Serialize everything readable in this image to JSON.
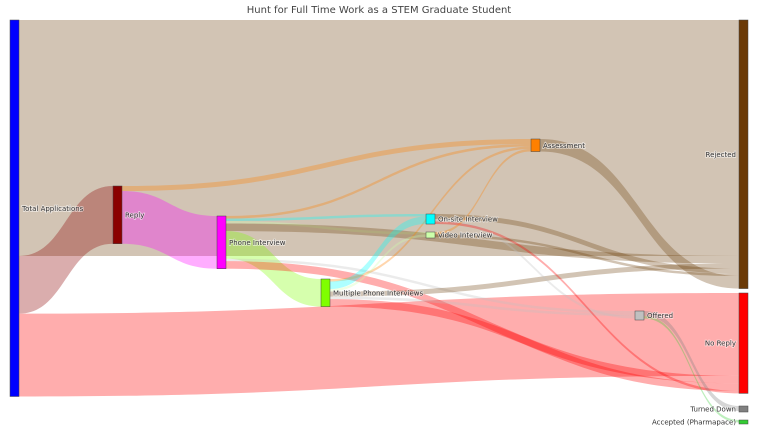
{
  "chart_data": {
    "type": "sankey",
    "title": "Hunt for Full Time Work as a STEM Graduate Student",
    "nodes": [
      {
        "id": "total",
        "label": "Total Applications",
        "color": "#0000ff"
      },
      {
        "id": "reply",
        "label": "Reply",
        "color": "#8b0000"
      },
      {
        "id": "phone",
        "label": "Phone Interview",
        "color": "#ff00ff"
      },
      {
        "id": "multi",
        "label": "Multiple Phone Interviews",
        "color": "#7fff00"
      },
      {
        "id": "onsite",
        "label": "On-site Interview",
        "color": "#00ffff"
      },
      {
        "id": "video",
        "label": "Video Interview",
        "color": "#ccffaa"
      },
      {
        "id": "assess",
        "label": "Assessment",
        "color": "#ff8000"
      },
      {
        "id": "offered",
        "label": "Offered",
        "color": "#c0c0c0"
      },
      {
        "id": "rejected",
        "label": "Rejected",
        "color": "#6b3a07"
      },
      {
        "id": "noreply",
        "label": "No Reply",
        "color": "#ff0000"
      },
      {
        "id": "turned",
        "label": "Turned Down",
        "color": "#808080"
      },
      {
        "id": "accepted",
        "label": "Accepted (Pharmapace)",
        "color": "#33cc33"
      }
    ],
    "links": [
      {
        "source": "total",
        "target": "rejected",
        "value": 94
      },
      {
        "source": "total",
        "target": "reply",
        "value": 23
      },
      {
        "source": "total",
        "target": "noreply",
        "value": 33
      },
      {
        "source": "reply",
        "target": "assess",
        "value": 2
      },
      {
        "source": "reply",
        "target": "phone",
        "value": 21
      },
      {
        "source": "phone",
        "target": "assess",
        "value": 1
      },
      {
        "source": "phone",
        "target": "onsite",
        "value": 1
      },
      {
        "source": "phone",
        "target": "video",
        "value": 1
      },
      {
        "source": "phone",
        "target": "rejected",
        "value": 3
      },
      {
        "source": "phone",
        "target": "multi",
        "value": 11
      },
      {
        "source": "phone",
        "target": "offered",
        "value": 1
      },
      {
        "source": "phone",
        "target": "noreply",
        "value": 3
      },
      {
        "source": "multi",
        "target": "assess",
        "value": 1
      },
      {
        "source": "multi",
        "target": "onsite",
        "value": 3
      },
      {
        "source": "multi",
        "target": "video",
        "value": 1
      },
      {
        "source": "multi",
        "target": "rejected",
        "value": 2
      },
      {
        "source": "multi",
        "target": "offered",
        "value": 1
      },
      {
        "source": "multi",
        "target": "noreply",
        "value": 3
      },
      {
        "source": "onsite",
        "target": "rejected",
        "value": 2
      },
      {
        "source": "onsite",
        "target": "offered",
        "value": 1
      },
      {
        "source": "onsite",
        "target": "noreply",
        "value": 1
      },
      {
        "source": "video",
        "target": "assess",
        "value": 1
      },
      {
        "source": "video",
        "target": "rejected",
        "value": 1
      },
      {
        "source": "assess",
        "target": "rejected",
        "value": 5
      },
      {
        "source": "offered",
        "target": "turned",
        "value": 2
      },
      {
        "source": "offered",
        "target": "accepted",
        "value": 1
      }
    ]
  }
}
